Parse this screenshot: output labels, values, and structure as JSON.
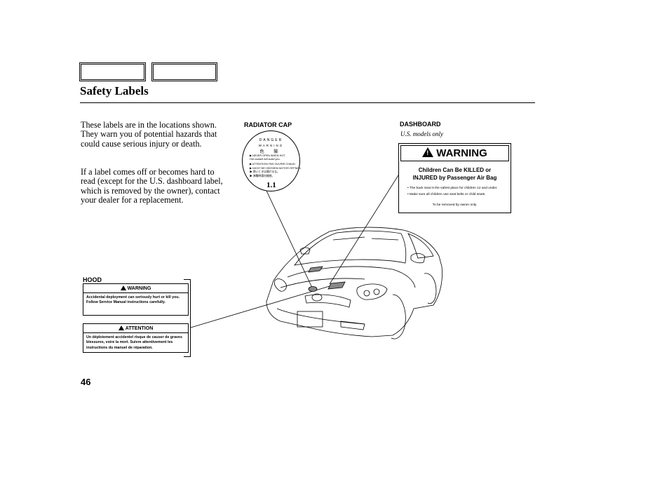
{
  "page": {
    "title": "Safety Labels",
    "page_number": "46"
  },
  "intro": {
    "p1": "These labels are in the locations shown. They warn you of potential hazards that could cause serious injury or death.",
    "p2": "If a label comes off or becomes hard to read (except for the U.S. dashboard label, which is removed by the owner), contact your dealer for a replacement."
  },
  "labels": {
    "radiator_cap": "RADIATOR CAP",
    "dashboard": "DASHBOARD",
    "dashboard_sub": "U.S. models only",
    "hood": "HOOD"
  },
  "radiator_cap": {
    "danger": "DANGER",
    "warning": "WARNING",
    "kanji": "危 險",
    "lines": [
      "▶ NEVER OPEN WHEN HOT.",
      "  Hot coolant will scald you.",
      "▶ ATTENTION! PAS OUVRIR CHAUD.",
      "▶ NICHT BEI HEISSEM MOTOR ÖFFNEN.",
      "▶ 熱いときは開けるな。",
      "▶ 沸騰時請勿開啓。"
    ],
    "pressure": "1.1"
  },
  "dashboard_label": {
    "heading": "WARNING",
    "main": "Children Can Be KILLED or\nINJURED by Passenger Air Bag",
    "bullets": [
      "• The back seat is the safest place for children 12 and under.",
      "• Make sure all children use seat belts or child seats."
    ],
    "note": "To be removed by owner only."
  },
  "hood_labels": {
    "warning_heading": "WARNING",
    "warning_text": "Accidental deployment can seriously hurt or kill you. Follow Service Manual instructions carefully.",
    "attention_heading": "ATTENTION",
    "attention_text": "Un déploiement accidentel risque de causer de graves blessures, voire la mort. Suivre attentivement les instructions du manuel de réparation."
  }
}
